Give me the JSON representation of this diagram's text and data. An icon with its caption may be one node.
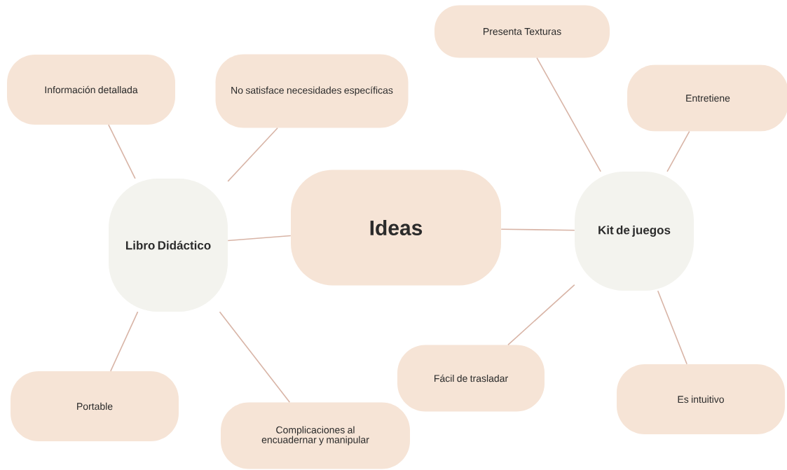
{
  "diagram": {
    "nodes": [
      {
        "text": [
          "Ideas"
        ]
      },
      {
        "text": [
          "Libro Didáctico"
        ]
      },
      {
        "text": [
          "Kit de juegos"
        ]
      },
      {
        "text": [
          "Información detallada"
        ]
      },
      {
        "text": [
          "No satisface necesidades específicas"
        ]
      },
      {
        "text": [
          "Portable"
        ]
      },
      {
        "text": [
          "Complicaciones al encuadernar y manipular"
        ]
      },
      {
        "text": [
          "Presenta Texturas"
        ]
      },
      {
        "text": [
          "Entretiene"
        ]
      },
      {
        "text": [
          "Fácil de trasladar"
        ]
      },
      {
        "text": [
          "Es intuitivo"
        ]
      }
    ],
    "edges": [
      {
        "from": 0,
        "to": 1,
        "arrow": "none"
      },
      {
        "from": 0,
        "to": 2,
        "arrow": "none"
      },
      {
        "from": 1,
        "to": 3,
        "arrow": "none"
      },
      {
        "from": 1,
        "to": 4,
        "arrow": "none"
      },
      {
        "from": 1,
        "to": 5,
        "arrow": "none"
      },
      {
        "from": 1,
        "to": 6,
        "arrow": "none"
      },
      {
        "from": 2,
        "to": 7,
        "arrow": "none"
      },
      {
        "from": 2,
        "to": 8,
        "arrow": "none"
      },
      {
        "from": 2,
        "to": 9,
        "arrow": "none"
      },
      {
        "from": 2,
        "to": 10,
        "arrow": "none"
      }
    ]
  }
}
